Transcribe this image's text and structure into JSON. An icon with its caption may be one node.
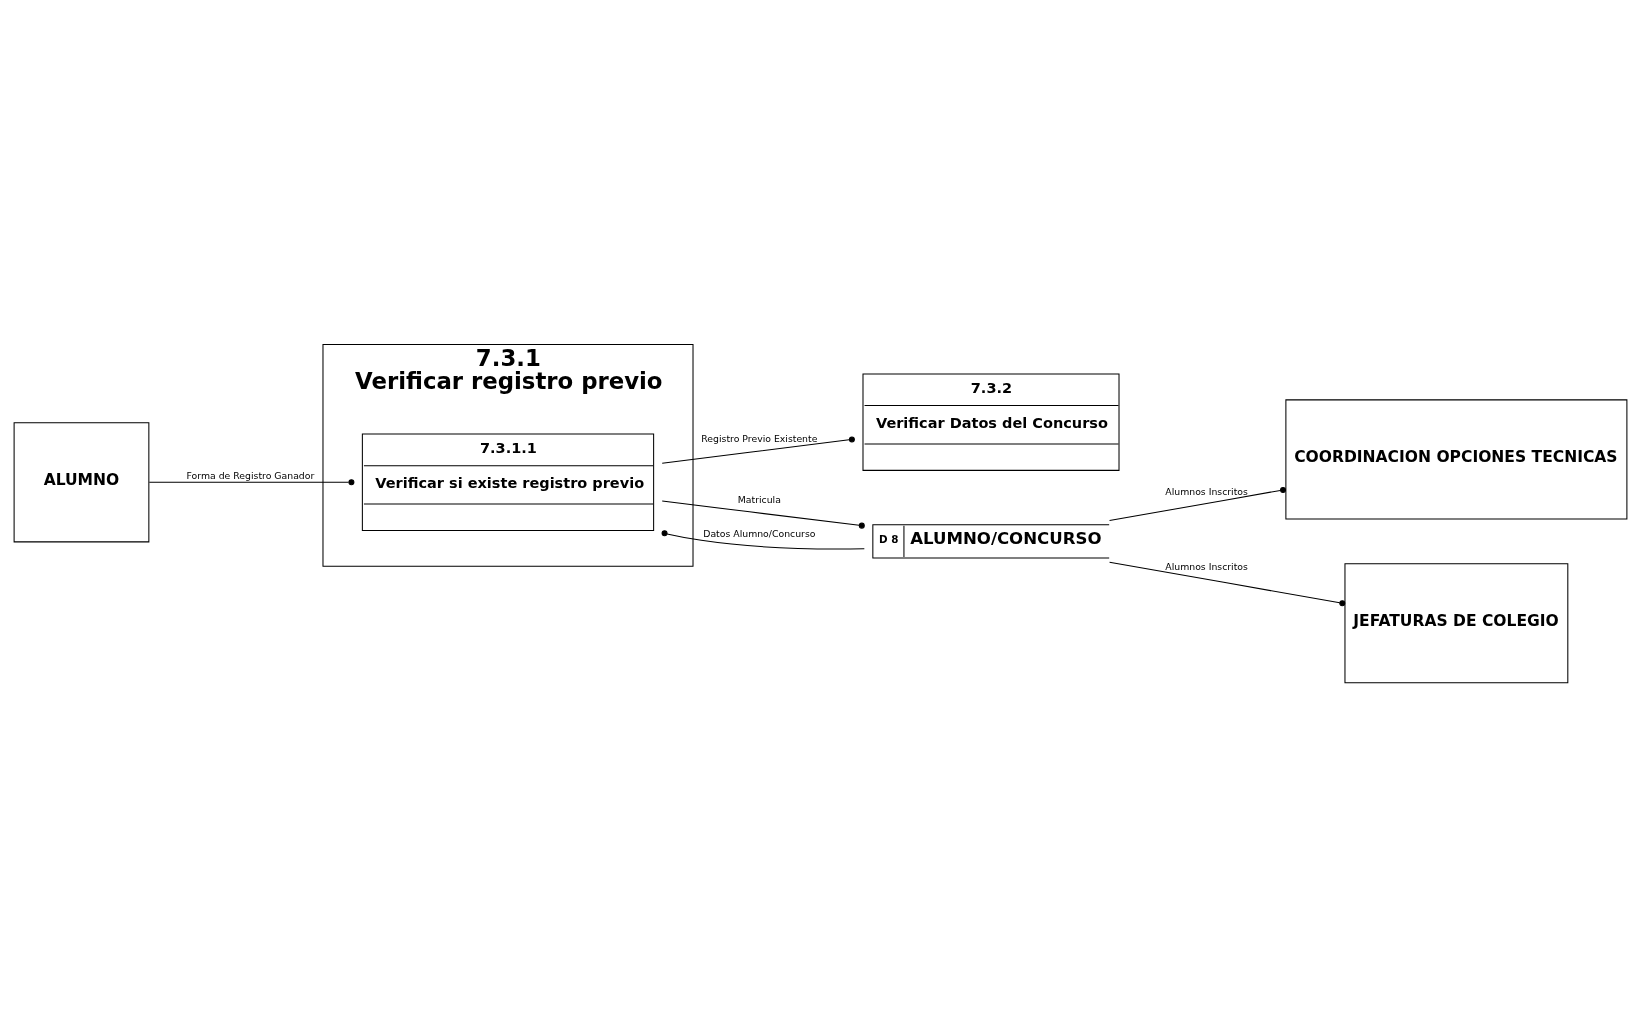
{
  "diagram": {
    "nodes": [
      {
        "text": [
          "7.3.1",
          "Verificar registro previo"
        ]
      },
      {
        "text": [
          "ALUMNO"
        ]
      },
      {
        "text": [
          "7.3.1.1",
          "Verificar si existe registro previo"
        ],
        "in": 0
      },
      {
        "text": [
          "7.3.2",
          "Verificar Datos del Concurso"
        ]
      },
      {
        "text": [
          "D 8",
          "ALUMNO/CONCURSO"
        ]
      },
      {
        "text": [
          "COORDINACION OPCIONES TECNICAS"
        ]
      },
      {
        "text": [
          "JEFATURAS DE COLEGIO"
        ]
      }
    ],
    "edges": [
      {
        "from": 1,
        "to": 2,
        "arrow": "other",
        "label": "Forma de Registro Ganador"
      },
      {
        "from": 2,
        "to": 4,
        "arrow": "other",
        "label": "Matricula"
      },
      {
        "from": 4,
        "to": 2,
        "arrow": "other",
        "label": "Datos Alumno/Concurso"
      },
      {
        "from": 2,
        "to": 3,
        "arrow": "other",
        "label": "Registro Previo Existente"
      },
      {
        "from": 4,
        "to": 5,
        "arrow": "other",
        "label": "Alumnos Inscritos"
      },
      {
        "from": 4,
        "to": 6,
        "arrow": "other",
        "label": "Alumnos Inscritos"
      }
    ]
  }
}
